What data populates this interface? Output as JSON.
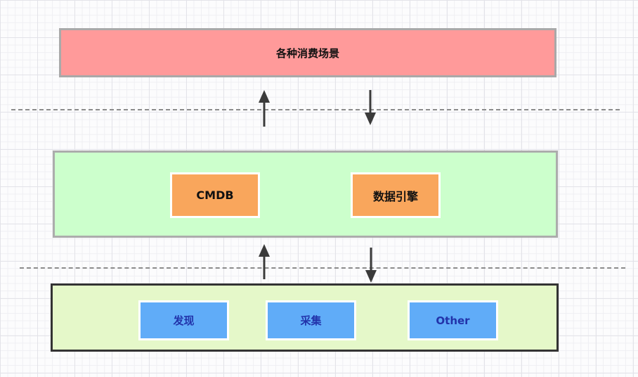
{
  "layers": {
    "consumption": {
      "label": "各种消费场景"
    },
    "platform": {
      "boxes": [
        {
          "label": "CMDB"
        },
        {
          "label": "数据引擎"
        }
      ]
    },
    "collection": {
      "boxes": [
        {
          "label": "发现"
        },
        {
          "label": "采集"
        },
        {
          "label": "Other"
        }
      ]
    }
  },
  "connectors": [
    {
      "between": "consumption-platform",
      "direction": "up"
    },
    {
      "between": "consumption-platform",
      "direction": "down"
    },
    {
      "between": "platform-collection",
      "direction": "up"
    },
    {
      "between": "platform-collection",
      "direction": "down"
    }
  ],
  "colors": {
    "top_fill": "#ff9a9a",
    "top_border": "#a9a9a9",
    "mid_fill": "#ccffcc",
    "mid_border": "#acacac",
    "bottom_fill": "#e5f8c9",
    "bottom_border": "#333333",
    "orange_fill": "#f9a65c",
    "blue_fill": "#60acf8",
    "inner_border": "#ffffff",
    "blue_text": "#2233aa",
    "arrow": "#3a3a3a",
    "dash": "#8c8c8c",
    "grid_minor": "#efeff3",
    "grid_major": "#e3e3e9"
  }
}
